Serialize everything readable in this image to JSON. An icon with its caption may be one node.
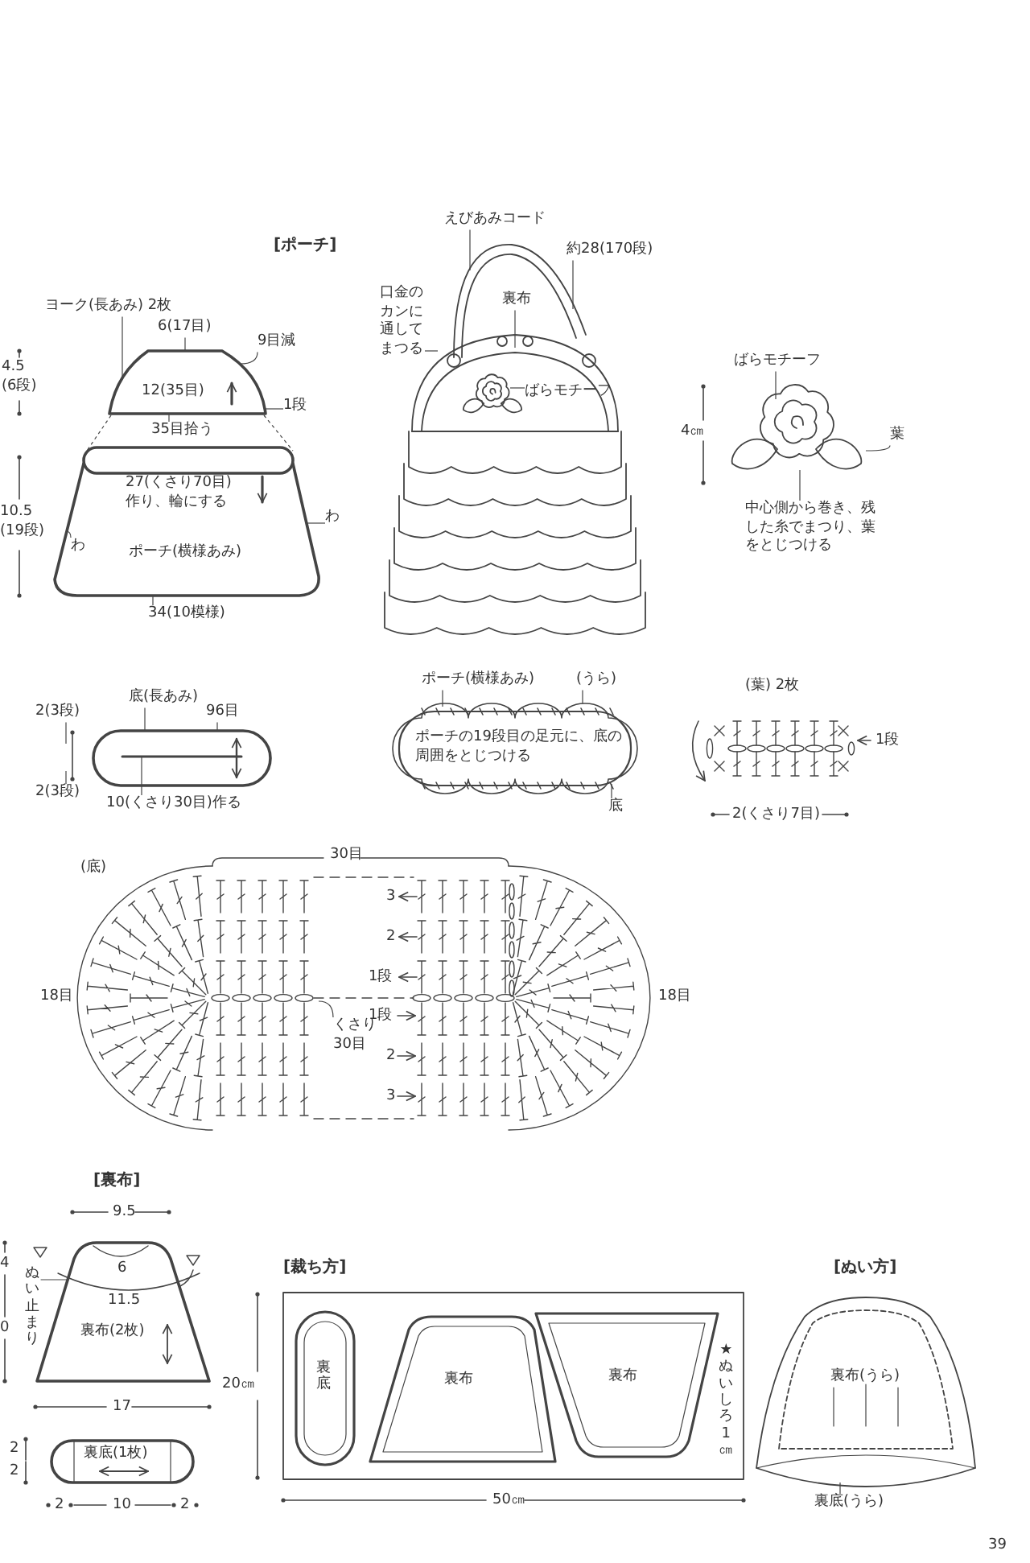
{
  "diagram": {
    "nodes": [
      {
        "text": [
          "27(くさり70目)作り、輪にする",
          "ポーチ(横様あみ)"
        ]
      },
      {
        "text": [
          "12(35目)"
        ]
      },
      {
        "text": [],
        "shape": "oval"
      },
      {
        "text": [
          "ポーチの19段目の足元に、底の周囲をとじつける"
        ]
      },
      {
        "text": [
          "裏布(2枚)"
        ]
      },
      {
        "text": [
          "裏底(1枚)"
        ]
      },
      {
        "text": [
          "★ぬいしろ1㎝"
        ]
      },
      {
        "text": [
          "裏底"
        ],
        "in": 6
      },
      {
        "text": [
          "裏布"
        ],
        "in": 6
      },
      {
        "text": [
          "裏布"
        ],
        "in": 6
      },
      {
        "text": [
          "裏布(うら)"
        ]
      },
      {
        "text": [],
        "shape": "picture"
      },
      {
        "text": [],
        "shape": "picture"
      },
      {
        "text": [],
        "shape": "picture"
      },
      {
        "text": [
          "ヨーク(長あみ) 2枚"
        ]
      },
      {
        "text": [
          "6(17目)"
        ]
      },
      {
        "text": [
          "9目減"
        ]
      },
      {
        "text": [
          "1段"
        ]
      },
      {
        "text": [
          "35目拾う"
        ]
      },
      {
        "text": [
          "わ"
        ],
        "in": 0
      },
      {
        "text": [
          "わ"
        ]
      },
      {
        "text": [
          "34(10模様)"
        ]
      },
      {
        "text": [
          "えびあみコード"
        ]
      },
      {
        "text": [
          "約28(170段)"
        ],
        "in": 11
      },
      {
        "text": [
          "口金のカンに通してまつる"
        ],
        "in": 11
      },
      {
        "text": [
          "裏布"
        ],
        "in": 11
      },
      {
        "text": [
          "ばらモチーフ"
        ],
        "in": 11
      },
      {
        "text": [
          "ばらモチーフ"
        ]
      },
      {
        "text": [
          "葉"
        ]
      },
      {
        "text": [
          "中心側から巻き、残した糸でまつり、葉をとじつける"
        ]
      },
      {
        "text": [
          "底(長あみ)"
        ]
      },
      {
        "text": [
          "96目"
        ]
      },
      {
        "text": [
          "10(くさり30目)作る"
        ]
      },
      {
        "text": [
          "2(3段)"
        ]
      },
      {
        "text": [
          "2(3段)"
        ]
      },
      {
        "text": [
          "ポーチ(横様あみ)"
        ]
      },
      {
        "text": [
          "(うら)"
        ]
      },
      {
        "text": [
          "底"
        ]
      },
      {
        "text": [
          "くさり30目"
        ],
        "in": 13
      },
      {
        "text": [
          "ぬい止まり"
        ]
      },
      {
        "text": [
          "裏底(うら)"
        ]
      }
    ],
    "edges": [
      {
        "from": 14,
        "to": 1,
        "arrow": "none"
      },
      {
        "from": 15,
        "to": 1,
        "arrow": "none"
      },
      {
        "from": 16,
        "to": 1,
        "arrow": "none"
      },
      {
        "from": 17,
        "to": 1,
        "arrow": "none"
      },
      {
        "from": 18,
        "to": 1,
        "arrow": "none"
      },
      {
        "from": 19,
        "to": 0,
        "arrow": "none"
      },
      {
        "from": 20,
        "to": 0,
        "arrow": "none"
      },
      {
        "from": 21,
        "to": 0,
        "arrow": "none"
      },
      {
        "from": 22,
        "to": 11,
        "arrow": "none"
      },
      {
        "from": 23,
        "to": 11,
        "arrow": "none"
      },
      {
        "from": 24,
        "to": 11,
        "arrow": "none"
      },
      {
        "from": 25,
        "to": 11,
        "arrow": "none"
      },
      {
        "from": 26,
        "to": 11,
        "arrow": "none"
      },
      {
        "from": 27,
        "to": 12,
        "arrow": "none"
      },
      {
        "from": 28,
        "to": 12,
        "arrow": "none"
      },
      {
        "from": 29,
        "to": 12,
        "arrow": "none"
      },
      {
        "from": 30,
        "to": 2,
        "arrow": "none"
      },
      {
        "from": 31,
        "to": 2,
        "arrow": "none"
      },
      {
        "from": 32,
        "to": 2,
        "arrow": "none"
      },
      {
        "from": 33,
        "to": null,
        "arrow": "none"
      },
      {
        "from": 34,
        "to": null,
        "arrow": "none"
      },
      {
        "from": 35,
        "to": 3,
        "arrow": "none"
      },
      {
        "from": 36,
        "to": 3,
        "arrow": "none"
      },
      {
        "from": 37,
        "to": 3,
        "arrow": "none"
      },
      {
        "from": 38,
        "to": 13,
        "arrow": "none"
      },
      {
        "from": 39,
        "to": 4,
        "arrow": "none"
      },
      {
        "from": 40,
        "to": 10,
        "arrow": "none"
      },
      {
        "from": 1,
        "to": 0,
        "arrow": "none",
        "style": "dashed"
      },
      {
        "from": 1,
        "to": 0,
        "arrow": "none",
        "style": "dashed"
      }
    ],
    "labels": [
      "[ポーチ]",
      "4.5 (6段)",
      "10.5 (19段)",
      "4㎝",
      "(葉) 2枚",
      "1段",
      "2(くさり7目)",
      "(底)",
      "30目",
      "3",
      "2",
      "1段",
      "18目",
      "18目",
      "1段",
      "2",
      "3",
      "[裏布]",
      "9.5",
      "6",
      "11.5",
      "4",
      "0",
      "[裁ち方]",
      "20㎝",
      "17",
      "[ぬい方]",
      "2",
      "2",
      "2",
      "10",
      "2",
      "50㎝",
      "39"
    ]
  }
}
